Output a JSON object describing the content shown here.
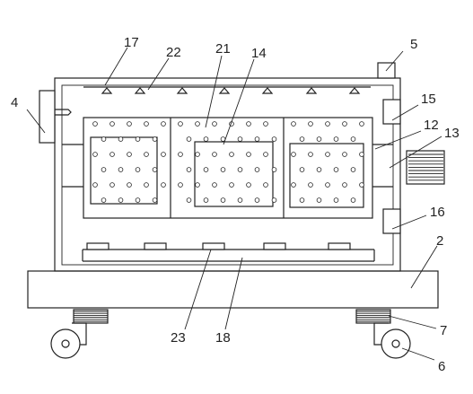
{
  "labels": {
    "l17": "17",
    "l22": "22",
    "l21": "21",
    "l14": "14",
    "l5": "5",
    "l4": "4",
    "l15": "15",
    "l12": "12",
    "l13": "13",
    "l16": "16",
    "l2": "2",
    "l23": "23",
    "l18": "18",
    "l7": "7",
    "l6": "6"
  }
}
